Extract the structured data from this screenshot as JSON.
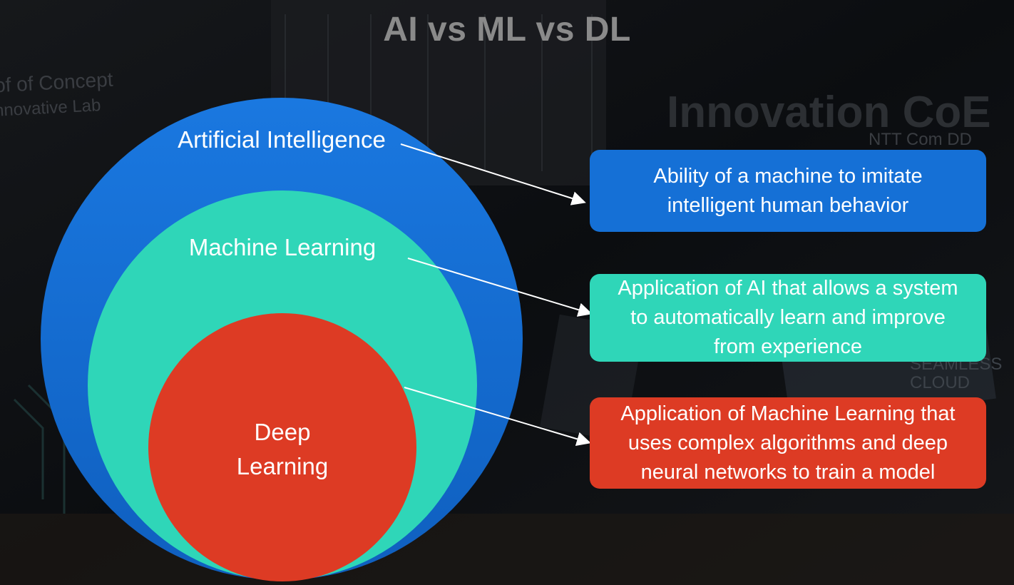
{
  "title": "AI vs ML vs DL",
  "background": {
    "sign_innovation": "Innovation CoE",
    "sign_ntt": "NTT Com DD",
    "sign_poc_line1": "of  of Concept",
    "sign_poc_line2": "nnovative Lab",
    "sign_seamless": "SEAMLESS CLOUD"
  },
  "circles": {
    "ai": {
      "label": "Artificial Intelligence",
      "color": "#1570d6"
    },
    "ml": {
      "label": "Machine Learning",
      "color": "#2fd6b8"
    },
    "dl": {
      "label_line1": "Deep",
      "label_line2": "Learning",
      "color": "#dd3b24"
    }
  },
  "descriptions": {
    "ai": "Ability of a machine to imitate intelligent human behavior",
    "ml": "Application of AI that allows a system to automatically learn and improve from experience",
    "dl": "Application of Machine Learning that uses complex algorithms and deep neural networks to train a model"
  }
}
